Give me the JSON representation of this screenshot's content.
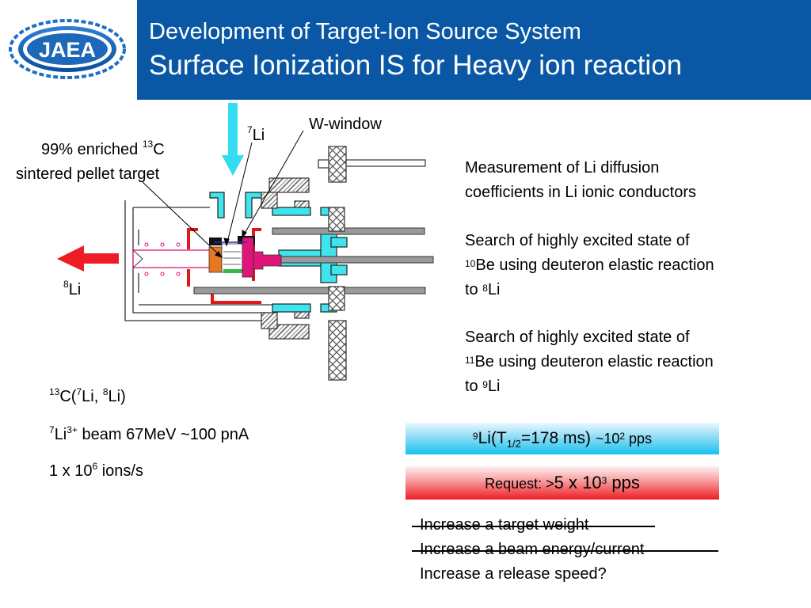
{
  "header": {
    "logo_text": "JAEA",
    "title_line1": "Development of Target-Ion Source System",
    "title_line2": "Surface Ionization IS for Heavy ion reaction"
  },
  "diagram": {
    "target_label_part1": "99% enriched ",
    "target_label_sup": "13",
    "target_label_part2": "C",
    "target_label_line2": "sintered pellet target",
    "beam_in_sup": "7",
    "beam_in_text": "Li",
    "w_window": "W-window",
    "beam_out_sup": "8",
    "beam_out_text": "Li"
  },
  "reaction": {
    "line1": {
      "a_sup": "13",
      "a": "C(",
      "b_sup": "7",
      "b": "Li, ",
      "c_sup": "8",
      "c": "Li)"
    },
    "line2": {
      "sup1": "7",
      "t1": "Li",
      "sup2": "3+",
      "t2": " beam 67MeV ~100 pnA"
    },
    "line3": {
      "t1": "1 x 10",
      "sup": "6",
      "t2": " ions/s"
    }
  },
  "research": {
    "item1_line1": "Measurement of Li diffusion",
    "item1_line2": "coefficients in Li ionic conductors",
    "item2_line1": "Search of highly excited state of",
    "item2_sup": "10",
    "item2_line2": "Be using deuteron elastic reaction",
    "item2_line3a": "to ",
    "item2_line3_sup": "8",
    "item2_line3b": "Li",
    "item3_line1": "Search of highly excited state of",
    "item3_sup": "11",
    "item3_line2": "Be using deuteron elastic reaction",
    "item3_line3a": "to ",
    "item3_line3_sup": "9",
    "item3_line3b": "Li"
  },
  "yield_box": {
    "sup": "9",
    "t1": "Li(T",
    "sub": "1/2",
    "t2": "=178 ms) ",
    "t3": "~10",
    "sup2": "2",
    "t4": " pps"
  },
  "request_box": {
    "t1": "Request: >",
    "t2": "5 x 10",
    "sup": "3",
    "t3": " pps"
  },
  "improvements": [
    {
      "text": "Increase a target weight",
      "struck": true
    },
    {
      "text": "Increase a beam energy/current",
      "struck": true
    },
    {
      "text": "Increase a release speed?",
      "struck": false
    }
  ],
  "colors": {
    "title_band": "#0a58a5",
    "beam_in_arrow": "#33dcf0",
    "beam_out_arrow": "#ee1c24",
    "cyan_parts": "#3fe4ee",
    "hatch_parts": "#555555",
    "magenta_part": "#e0157a"
  }
}
